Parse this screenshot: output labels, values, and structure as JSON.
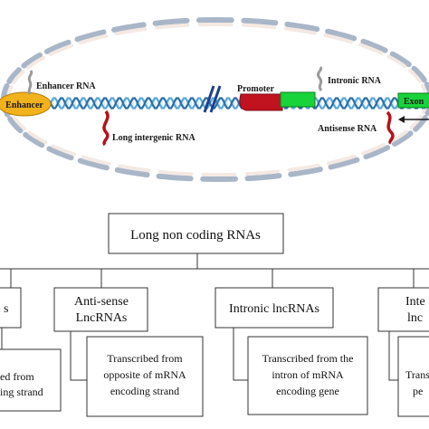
{
  "genome_figure": {
    "labels": {
      "enhancer": "Enhancer",
      "enhancer_rna": "Enhancer RNA",
      "long_intergenic_rna": "Long intergenic RNA",
      "promoter": "Promoter",
      "intronic_rna": "Intronic RNA",
      "exon": "Exon",
      "antisense_rna": "Antisense RNA"
    },
    "colors": {
      "helix": "#5aa7d6",
      "helix_dark": "#2c6fa3",
      "enhancer": "#f2b21b",
      "promoter": "#c1121f",
      "green": "#18d33a",
      "rna_red": "#b5121b",
      "rna_gray": "#9a9a9a",
      "nucleus_fill": "#f4e9e3",
      "nucleus_stroke": "#a9b6c8"
    }
  },
  "classification": {
    "root": "Long non coding RNAs",
    "categories": [
      {
        "name_lines": [
          "s"
        ],
        "desc_lines": [
          "ed from",
          "ing strand"
        ]
      },
      {
        "name_lines": [
          "Anti-sense",
          "LncRNAs"
        ],
        "desc_lines": [
          "Transcribed from",
          "opposite of mRNA",
          "encoding strand"
        ]
      },
      {
        "name_lines": [
          "Intronic lncRNAs"
        ],
        "desc_lines": [
          "Transcribed from the",
          "intron of mRNA",
          "encoding gene"
        ]
      },
      {
        "name_lines": [
          "Inte",
          "lnc"
        ],
        "desc_lines": [
          "",
          "Transc",
          "pe"
        ]
      }
    ]
  }
}
